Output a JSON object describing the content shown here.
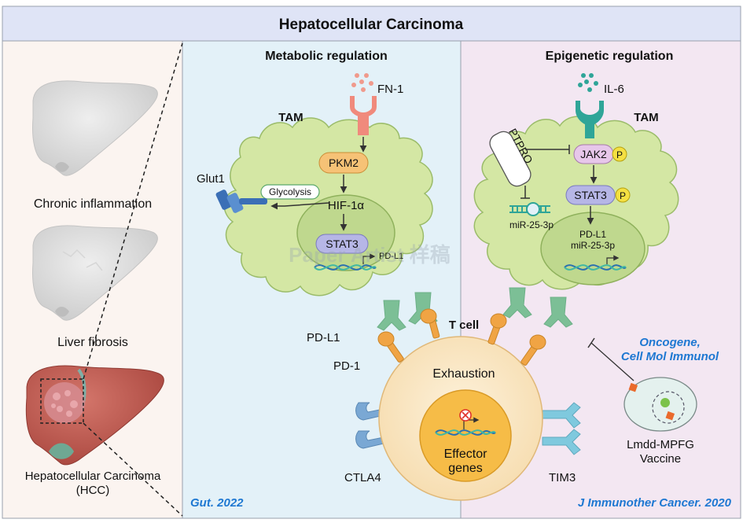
{
  "header": {
    "title": "Hepatocellular Carcinoma"
  },
  "left": {
    "stage1": "Chronic inflammation",
    "stage2": "Liver fibrosis",
    "stage3_line1": "Hepatocellular Carcinoma",
    "stage3_line2": "(HCC)"
  },
  "metabolic": {
    "title": "Metabolic regulation",
    "tam": "TAM",
    "fn1": "FN-1",
    "pkm2": "PKM2",
    "hif": "HIF-1α",
    "stat3": "STAT3",
    "pdl1_gene": "PD-L1",
    "glut1": "Glut1",
    "glycolysis": "Glycolysis",
    "citation": "Gut. 2022"
  },
  "epigenetic": {
    "title": "Epigenetic regulation",
    "tam": "TAM",
    "il6": "IL-6",
    "jak2": "JAK2",
    "p_mark": "P",
    "stat3": "STAT3",
    "ptpro": "PTPRO",
    "mir": "miR-25-3p",
    "genes_line1": "PD-L1",
    "genes_line2": "miR-25-3p",
    "oncogene_line1": "Oncogene,",
    "oncogene_line2": "Cell Mol Immunol",
    "vaccine_line1": "Lmdd-MPFG",
    "vaccine_line2": "Vaccine",
    "citation": "J Immunother Cancer. 2020"
  },
  "tcell": {
    "title": "T cell",
    "exhaustion": "Exhaustion",
    "effector_line1": "Effector",
    "effector_line2": "genes",
    "pdl1": "PD-L1",
    "pd1": "PD-1",
    "ctla4": "CTLA4",
    "tim3": "TIM3"
  },
  "watermark": "Paper Artist 样稿",
  "colors": {
    "header_bg": "#dfe4f6",
    "left_bg": "#fbf4f0",
    "metabolic_bg": "#e3f1f8",
    "epigenetic_bg": "#f3e7f2",
    "tam_fill": "#d4e7a4",
    "nucleus_fill": "#bfd88e",
    "tcell_fill": "#fbe6c2",
    "orange_receptor": "#f0a444",
    "green_receptor": "#7cbf96",
    "blue_receptor": "#7fc9de",
    "citation_blue": "#1e78d2",
    "liver_red": "#b9524a"
  }
}
